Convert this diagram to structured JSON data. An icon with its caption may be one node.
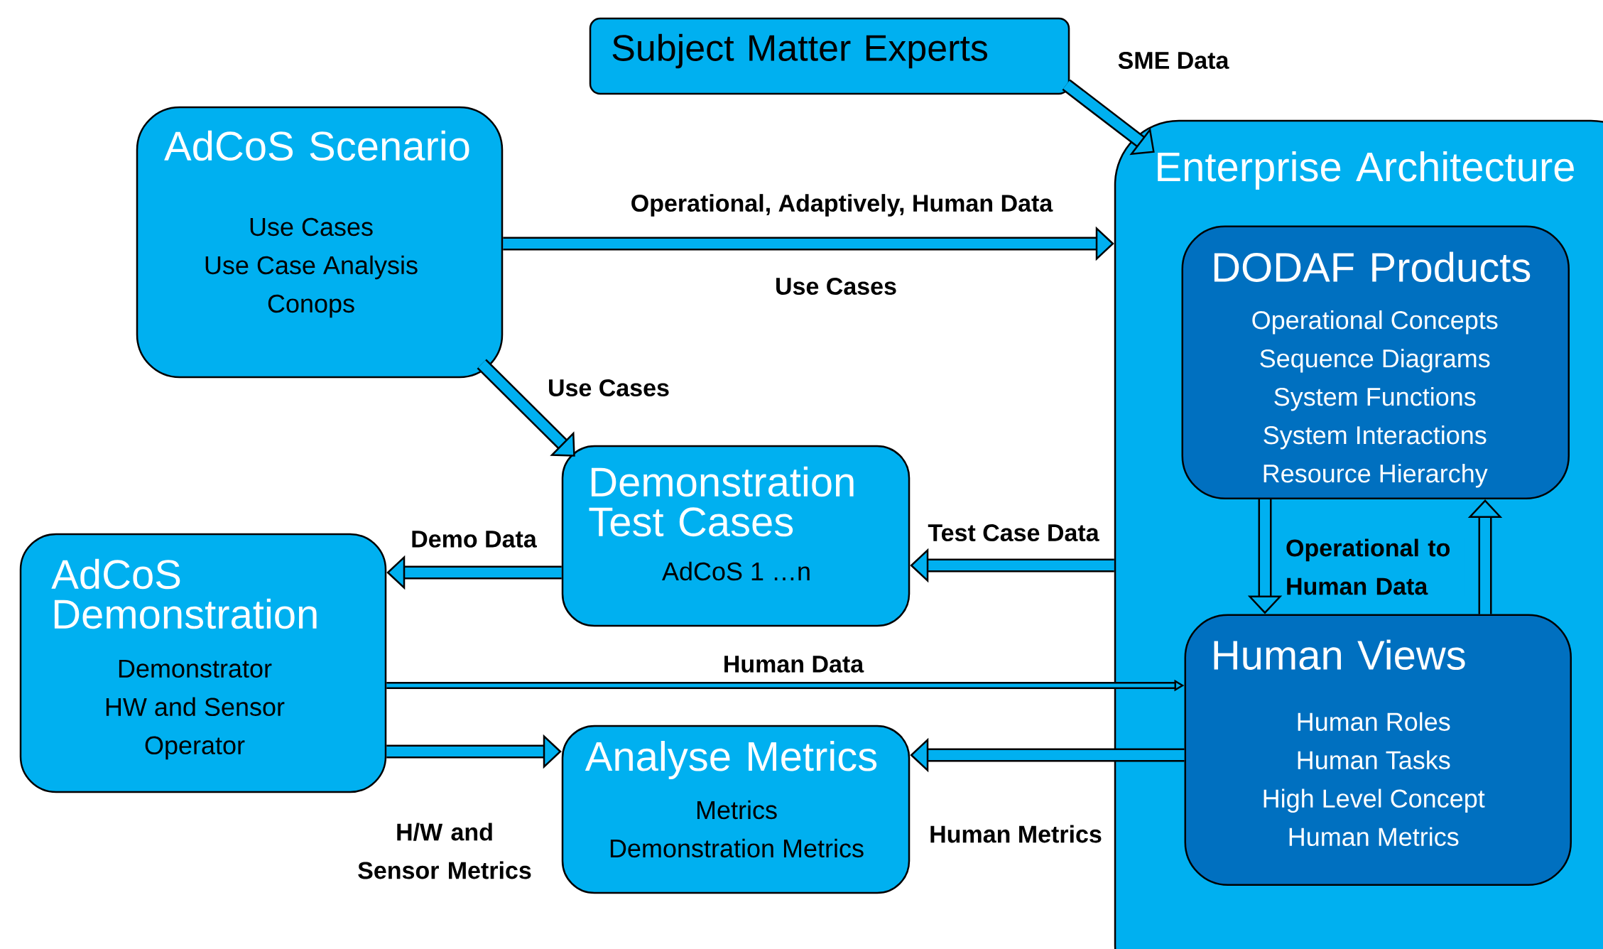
{
  "diagram": {
    "nodes": [
      {
        "text": [
          "Subject Matter Experts"
        ]
      },
      {
        "text": [
          "AdCoS Scenario",
          "Use Cases",
          "Use Case Analysis",
          "Conops"
        ]
      },
      {
        "text": [
          "Enterprise Architecture"
        ]
      },
      {
        "text": [
          "DODAF Products",
          "Operational Concepts",
          "Sequence Diagrams",
          "System Functions",
          "System Interactions",
          "Resource Hierarchy"
        ],
        "in": 2
      },
      {
        "text": [
          "Human Views",
          "Human Roles",
          "Human Tasks",
          "High Level Concept",
          "Human Metrics"
        ],
        "in": 2
      },
      {
        "text": [
          "Demonstration Test Cases",
          "AdCoS 1 …n"
        ]
      },
      {
        "text": [
          "AdCoS Demonstration",
          "Demonstrator",
          "HW and Sensor",
          "Operator"
        ]
      },
      {
        "text": [
          "Analyse Metrics",
          "Metrics",
          "Demonstration Metrics"
        ]
      }
    ],
    "edges": [
      {
        "from": 0,
        "to": 2,
        "arrow": "to",
        "label": "SME Data"
      },
      {
        "from": 1,
        "to": 2,
        "arrow": "to",
        "label": "Operational, Adaptively, Human Data"
      },
      {
        "from": 1,
        "to": 5,
        "arrow": "to",
        "label": "Use Cases"
      },
      {
        "from": 5,
        "to": 6,
        "arrow": "to",
        "label": "Demo Data"
      },
      {
        "from": 2,
        "to": 5,
        "arrow": "to",
        "label": "Test Case Data"
      },
      {
        "from": 3,
        "to": 4,
        "arrow": "to",
        "label": "Operational to Human Data"
      },
      {
        "from": 4,
        "to": 3,
        "arrow": "to"
      },
      {
        "from": 6,
        "to": 4,
        "arrow": "to",
        "label": "Human Data"
      },
      {
        "from": 6,
        "to": 7,
        "arrow": "to",
        "label": "H/W and Sensor Metrics"
      },
      {
        "from": 4,
        "to": 7,
        "arrow": "to",
        "label": "Human Metrics"
      }
    ],
    "labels": [
      "Use Cases"
    ]
  }
}
